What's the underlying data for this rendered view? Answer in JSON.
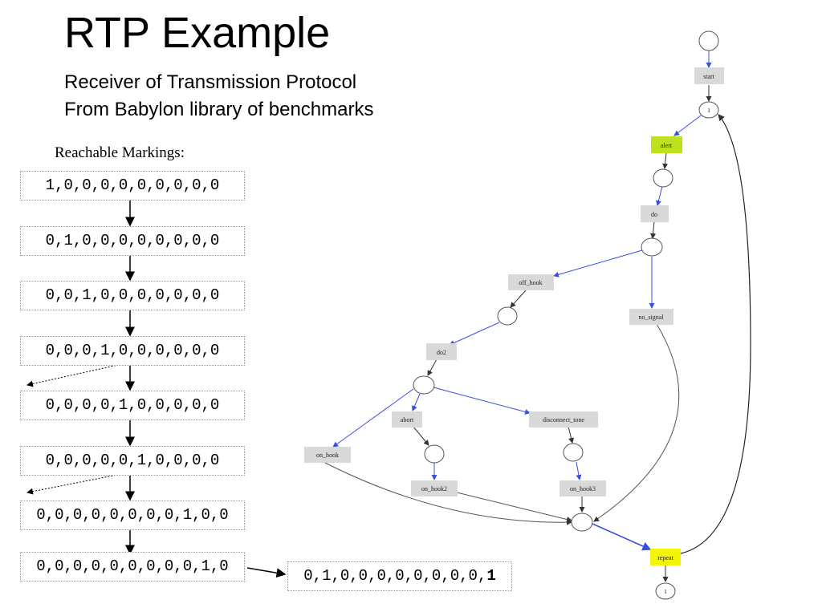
{
  "title": "RTP Example",
  "subtitle_line1": "Receiver of Transmission Protocol",
  "subtitle_line2": "From Babylon library of benchmarks",
  "markings_label": "Reachable Markings:",
  "markings": [
    "1,0,0,0,0,0,0,0,0,0",
    "0,1,0,0,0,0,0,0,0,0",
    "0,0,1,0,0,0,0,0,0,0",
    "0,0,0,1,0,0,0,0,0,0",
    "0,0,0,0,1,0,0,0,0,0",
    "0,0,0,0,0,1,0,0,0,0",
    "0,0,0,0,0,0,0,0,1,0,0",
    "0,0,0,0,0,0,0,0,0,1,0"
  ],
  "final_marking_prefix": "0,1,0,0,0,0,0,0,0,0,",
  "final_marking_bold": "1",
  "petri_net": {
    "transitions": {
      "start": "start",
      "alert": "alert",
      "do": "do",
      "off_hook": "off_hook",
      "no_signal": "no_signal",
      "do2": "do2",
      "abort": "abort",
      "disconnect_tone": "disconnect_tone",
      "on_hook": "on_hook",
      "on_hook2": "on_hook2",
      "on_hook3": "on_hook3",
      "repeat": "repeat"
    },
    "place_labels": {
      "p1": "1",
      "p_end": "1"
    },
    "colors": {
      "highlight_green": "#bde21c",
      "highlight_yellow": "#f4f40a",
      "edge_blue": "#3a4fe0",
      "edge_dark": "#333333",
      "transition_gray": "#d9d9d9"
    }
  }
}
